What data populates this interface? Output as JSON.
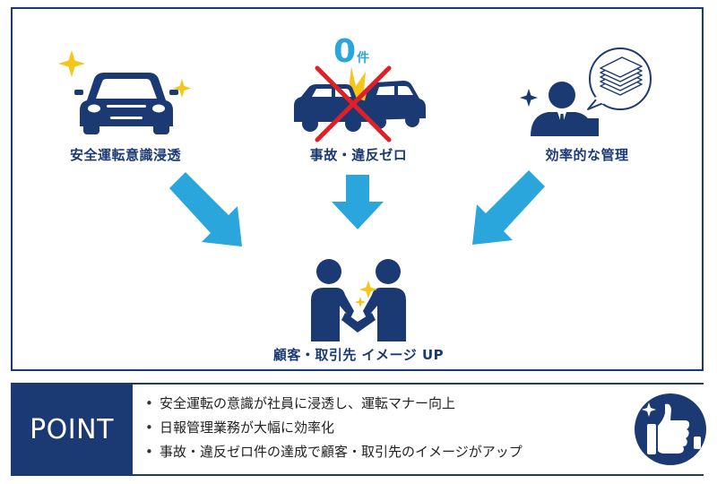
{
  "diagram": {
    "items": [
      {
        "label": "安全運転意識浸透",
        "icon": "car-sparkle-icon"
      },
      {
        "label": "事故・違反ゼロ",
        "icon": "crossed-crash-icon",
        "count_digit": "0",
        "count_unit": "件"
      },
      {
        "label": "効率的な管理",
        "icon": "businessman-documents-icon"
      }
    ],
    "result": {
      "label": "顧客・取引先 イメージ UP",
      "icon": "handshake-icon"
    }
  },
  "point": {
    "badge": "POINT",
    "items": [
      "安全運転の意識が社員に浸透し、運転マナー向上",
      "日報管理業務が大幅に効率化",
      "事故・違反ゼロ件の達成で顧客・取引先のイメージがアップ"
    ],
    "icon": "thumbs-up-icon"
  },
  "colors": {
    "navy": "#1b3a73",
    "arrow": "#2aa6dd",
    "sparkle": "#f5c518",
    "cross": "#e01f26"
  }
}
